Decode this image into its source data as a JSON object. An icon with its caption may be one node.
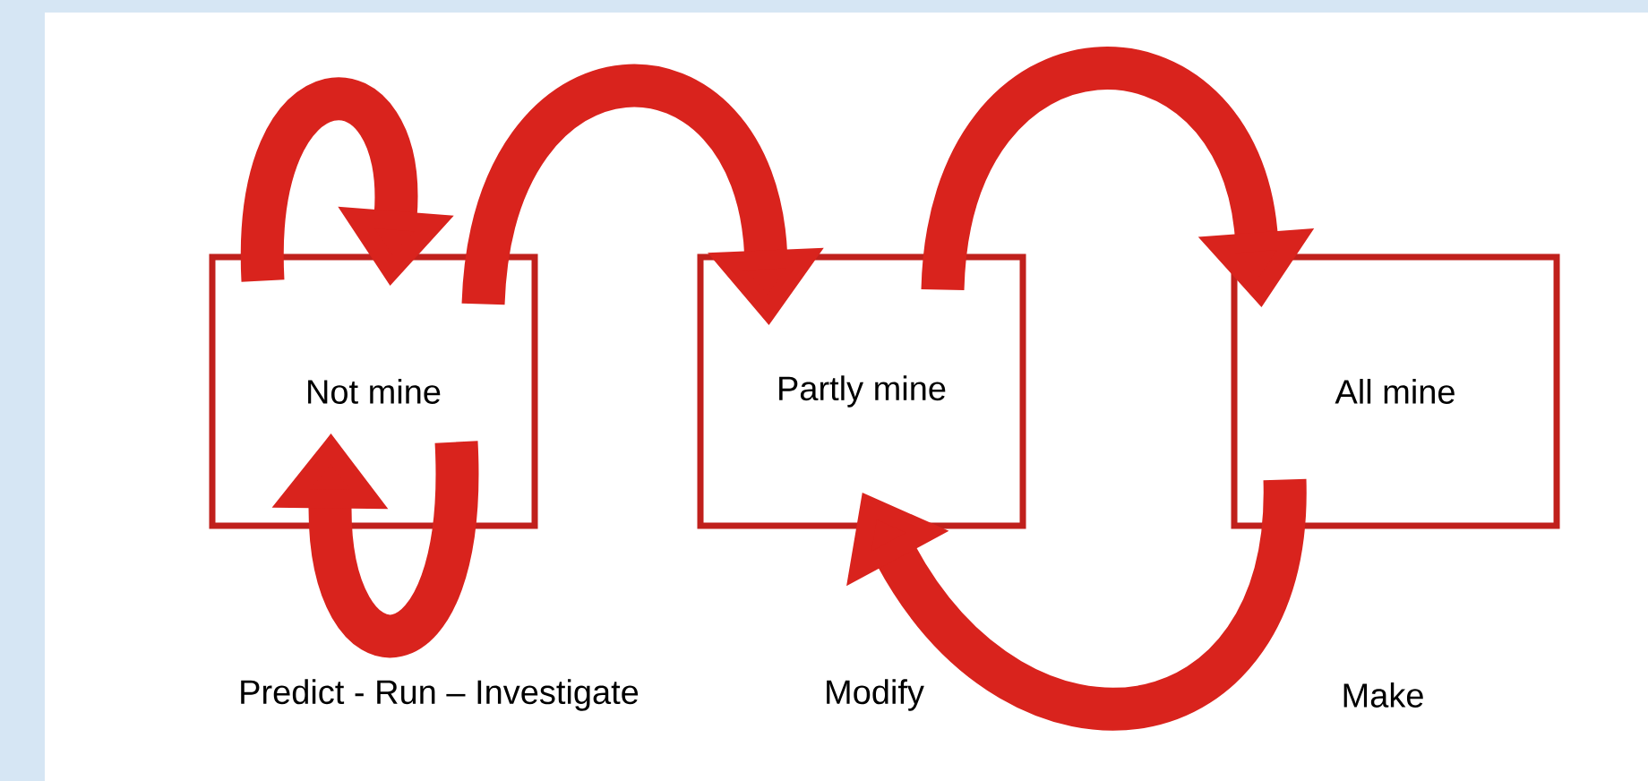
{
  "diagram": {
    "nodes": [
      {
        "text": [
          "Not mine"
        ]
      },
      {
        "text": [
          "Partly mine"
        ]
      },
      {
        "text": [
          "All mine"
        ]
      }
    ],
    "edges": [
      {
        "from": 0,
        "to": 0,
        "arrow": "to"
      },
      {
        "from": 0,
        "to": 0,
        "arrow": "to"
      },
      {
        "from": 0,
        "to": 1,
        "arrow": "to"
      },
      {
        "from": 1,
        "to": 2,
        "arrow": "to"
      },
      {
        "from": 2,
        "to": 1,
        "arrow": "to"
      }
    ],
    "labels": [
      "Predict  - Run – Investigate",
      "Modify",
      "Make"
    ]
  }
}
